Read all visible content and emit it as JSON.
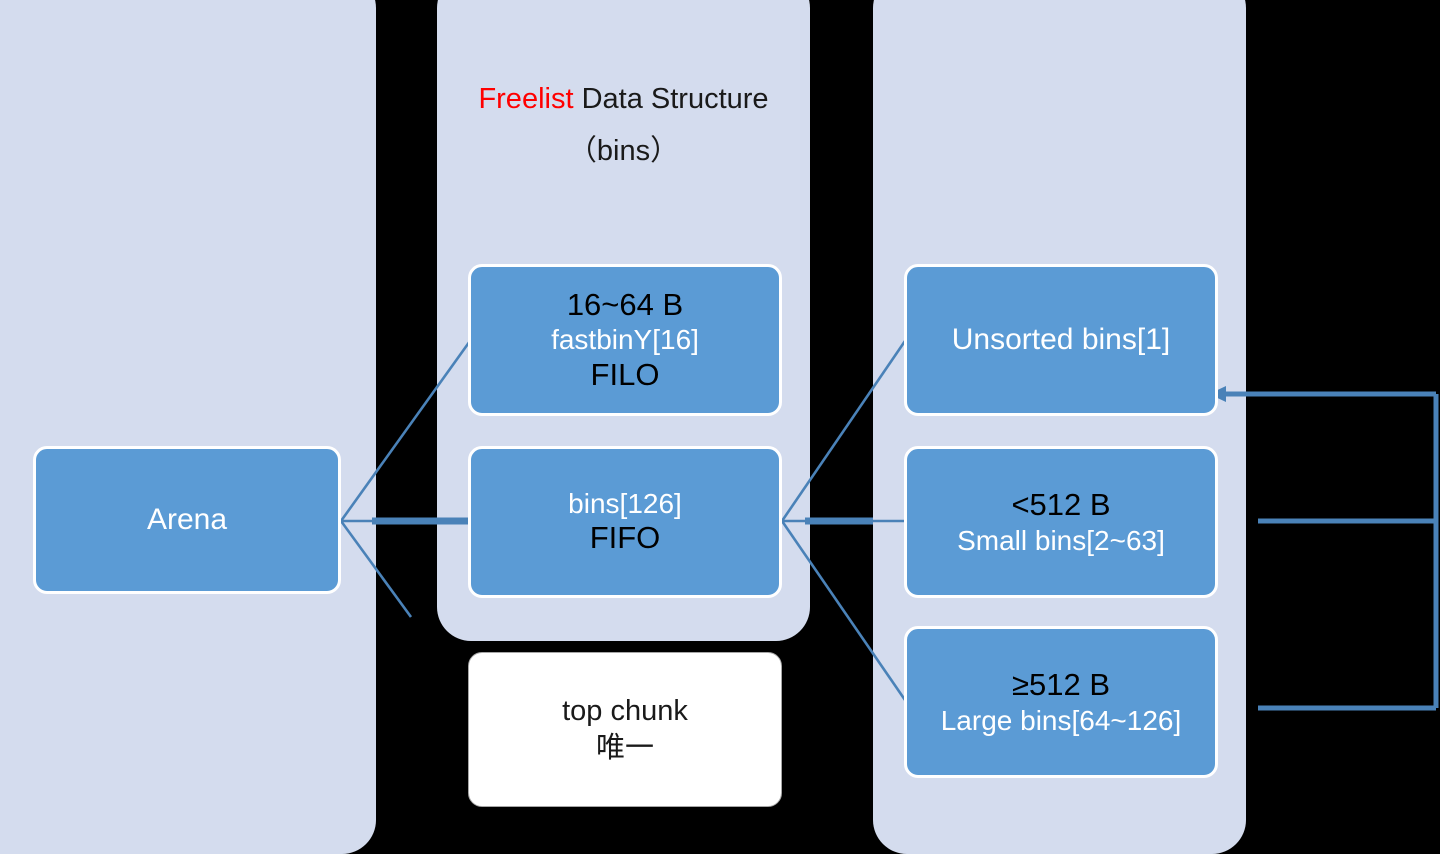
{
  "diagram": {
    "title_line1_highlight": "Freelist",
    "title_line1_rest": " Data Structure",
    "title_line2": "（bins）",
    "panels": [
      {
        "name": "arena-panel"
      },
      {
        "name": "freelist-panel"
      },
      {
        "name": "bins-panel"
      }
    ],
    "nodes": {
      "arena": {
        "label": "Arena"
      },
      "fastbin": {
        "size_range": "16~64 B",
        "array": "fastbinY[16]",
        "order": "FILO"
      },
      "bins": {
        "array": "bins[126]",
        "order": "FIFO"
      },
      "top_chunk": {
        "label": "top chunk",
        "note": "唯一"
      },
      "unsorted": {
        "label": "Unsorted bins[1]"
      },
      "small": {
        "size_range": "<512 B",
        "label": "Small bins[2~63]"
      },
      "large": {
        "size_range": "≥512 B",
        "label": "Large bins[64~126]"
      }
    },
    "colors": {
      "panel_fill": "#d4dcee",
      "node_fill": "#5b9bd5",
      "node_border": "#ffffff",
      "connector": "#4a82b8",
      "highlight_text": "#ff0000",
      "canvas": "#000000",
      "topchunk_fill": "#ffffff"
    },
    "connectors": [
      {
        "name": "arena-to-fastbin",
        "from": "arena",
        "to": "fastbin"
      },
      {
        "name": "arena-to-bins",
        "from": "arena",
        "to": "bins"
      },
      {
        "name": "arena-stub-down",
        "from": "arena",
        "to": ""
      },
      {
        "name": "bins-to-unsorted",
        "from": "bins",
        "to": "unsorted"
      },
      {
        "name": "bins-to-small",
        "from": "bins",
        "to": "small"
      },
      {
        "name": "bins-to-large",
        "from": "bins",
        "to": "large"
      },
      {
        "name": "return-bracket-to-unsorted",
        "from": "right-bracket",
        "to": "unsorted"
      }
    ]
  }
}
